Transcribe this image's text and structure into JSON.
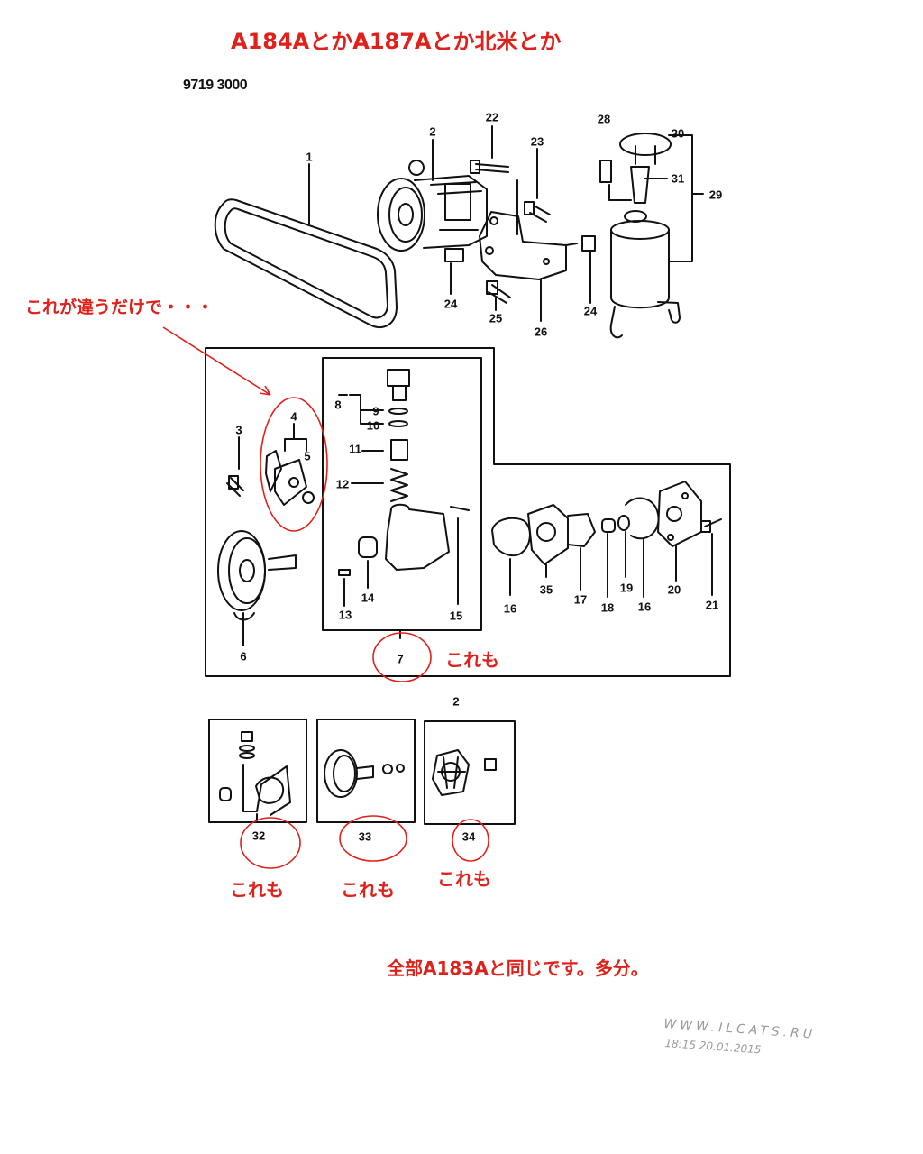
{
  "annotations": {
    "title": "A184AとかA187Aとか北米とか",
    "differs_note": "これが違うだけで・・・",
    "also_7": "これも",
    "also_32": "これも",
    "also_33": "これも",
    "also_34": "これも",
    "conclusion": "全部A183Aと同じです。多分。"
  },
  "diagram": {
    "code": "9719 3000",
    "labels": {
      "l1": "1",
      "l2_top": "2",
      "l22": "22",
      "l23": "23",
      "l24a": "24",
      "l24b": "24",
      "l25": "25",
      "l26": "26",
      "l28": "28",
      "l29": "29",
      "l30": "30",
      "l31": "31",
      "l3": "3",
      "l4": "4",
      "l5": "5",
      "l6": "6",
      "l7": "7",
      "l8": "8",
      "l9": "9",
      "l10": "10",
      "l11": "11",
      "l12": "12",
      "l13": "13",
      "l14": "14",
      "l15": "15",
      "l16a": "16",
      "l35": "35",
      "l17": "17",
      "l18": "18",
      "l19": "19",
      "l16b": "16",
      "l20": "20",
      "l21": "21",
      "l2_bottom": "2",
      "l32": "32",
      "l33": "33",
      "l34": "34"
    }
  },
  "watermark": {
    "site": "WWW.ILCATS.RU",
    "timestamp": "18:15 20.01.2015"
  },
  "colors": {
    "annotation": "#e0201a",
    "line": "#111111"
  }
}
